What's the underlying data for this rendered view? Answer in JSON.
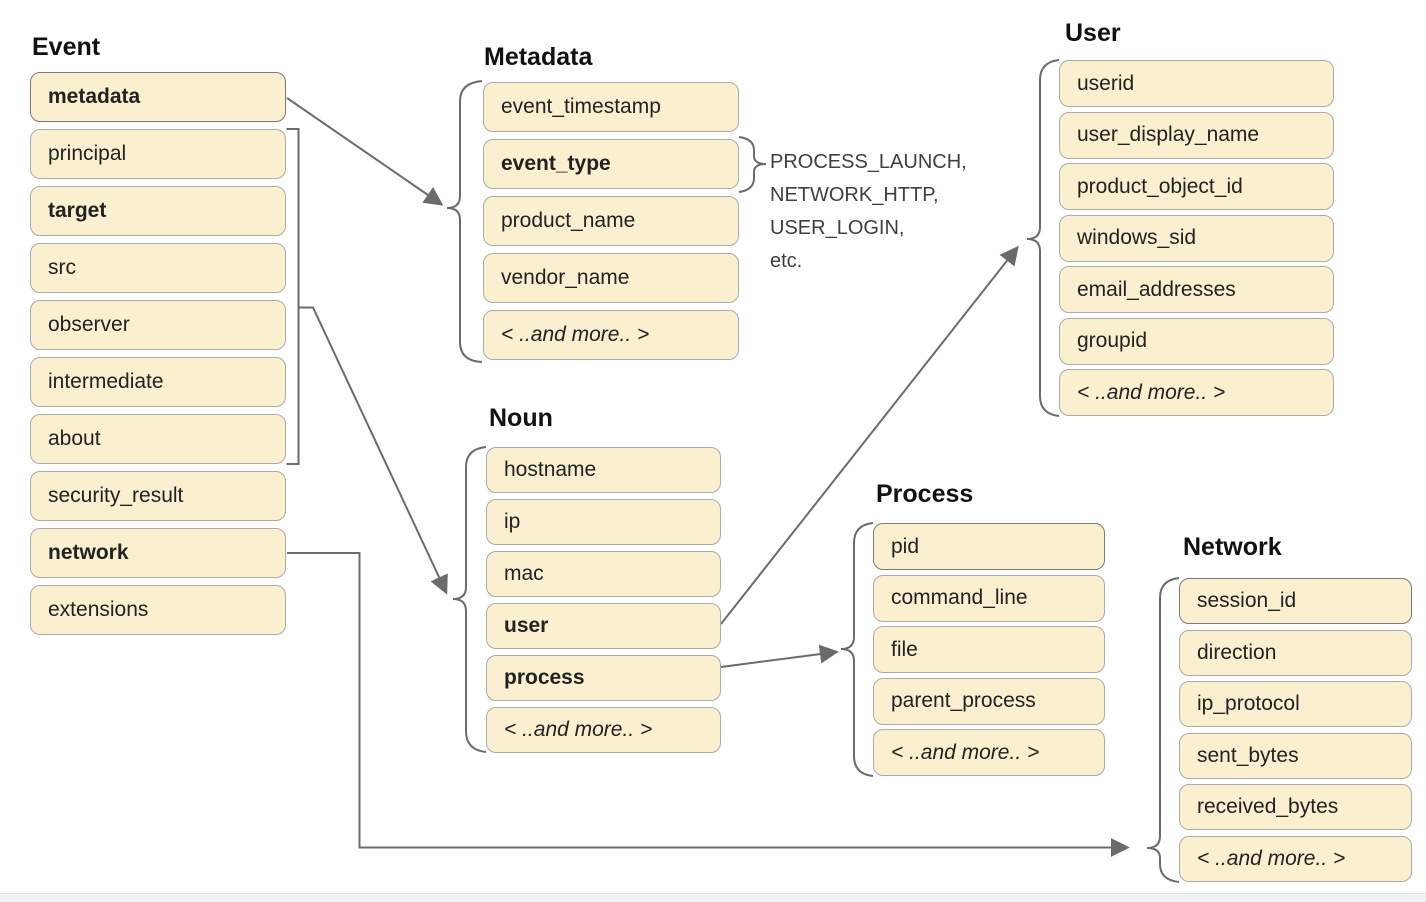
{
  "colors": {
    "box_fill": "#FAF0D0",
    "box_border": "#ABABAB",
    "box_border_dark": "#7A7A7A",
    "connector": "#6B6B6B",
    "title_color": "#111111",
    "text_color": "#222222",
    "annotation_color": "#3C4043"
  },
  "groups": [
    {
      "id": "event",
      "title": "Event",
      "items": [
        {
          "label": "metadata",
          "bold": true,
          "dark_border": true
        },
        {
          "label": "principal"
        },
        {
          "label": "target",
          "bold": true
        },
        {
          "label": "src"
        },
        {
          "label": "observer"
        },
        {
          "label": "intermediate"
        },
        {
          "label": "about"
        },
        {
          "label": "security_result"
        },
        {
          "label": "network",
          "bold": true
        },
        {
          "label": "extensions"
        }
      ]
    },
    {
      "id": "metadata",
      "title": "Metadata",
      "items": [
        {
          "label": "event_timestamp"
        },
        {
          "label": "event_type",
          "bold": true
        },
        {
          "label": "product_name"
        },
        {
          "label": "vendor_name"
        },
        {
          "label": "< ..and more.. >",
          "italic": true
        }
      ]
    },
    {
      "id": "noun",
      "title": "Noun",
      "items": [
        {
          "label": "hostname"
        },
        {
          "label": "ip"
        },
        {
          "label": "mac"
        },
        {
          "label": "user",
          "bold": true
        },
        {
          "label": "process",
          "bold": true
        },
        {
          "label": "< ..and more.. >",
          "italic": true
        }
      ]
    },
    {
      "id": "user",
      "title": "User",
      "items": [
        {
          "label": "userid"
        },
        {
          "label": "user_display_name"
        },
        {
          "label": "product_object_id"
        },
        {
          "label": "windows_sid"
        },
        {
          "label": "email_addresses"
        },
        {
          "label": "groupid"
        },
        {
          "label": "< ..and more.. >",
          "italic": true
        }
      ]
    },
    {
      "id": "process",
      "title": "Process",
      "items": [
        {
          "label": "pid",
          "dark_border": true
        },
        {
          "label": "command_line"
        },
        {
          "label": "file"
        },
        {
          "label": "parent_process"
        },
        {
          "label": "< ..and more.. >",
          "italic": true
        }
      ]
    },
    {
      "id": "network",
      "title": "Network",
      "items": [
        {
          "label": "session_id",
          "dark_border": true
        },
        {
          "label": "direction"
        },
        {
          "label": "ip_protocol"
        },
        {
          "label": "sent_bytes"
        },
        {
          "label": "received_bytes"
        },
        {
          "label": "< ..and more.. >",
          "italic": true
        }
      ]
    }
  ],
  "annotation": {
    "lines": [
      "PROCESS_LAUNCH,",
      "NETWORK_HTTP,",
      "USER_LOGIN,",
      "etc."
    ]
  }
}
